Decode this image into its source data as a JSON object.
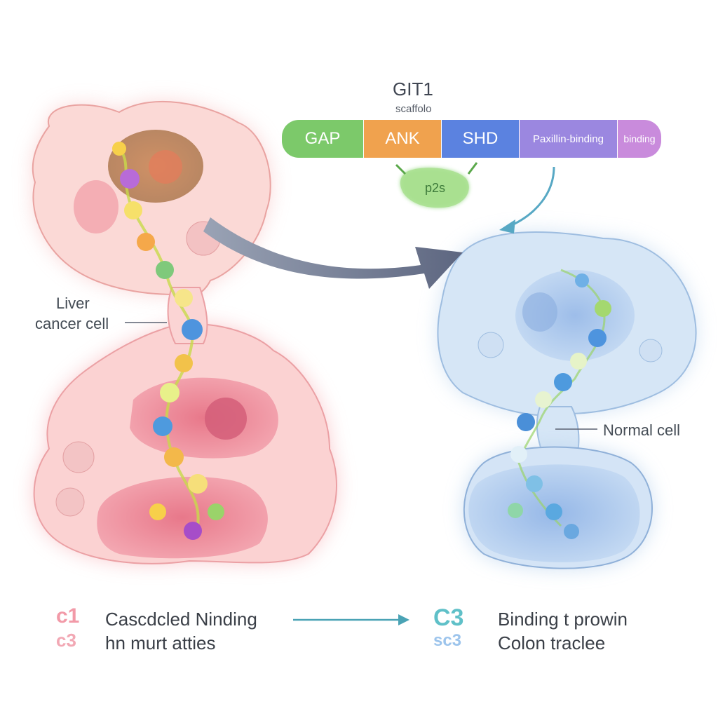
{
  "protein": {
    "name": "GIT1",
    "subtitle": "scaffolo",
    "domains": [
      {
        "label": "GAP",
        "color": "#7cc96a"
      },
      {
        "label": "ANK",
        "color": "#f0a24e"
      },
      {
        "label": "SHD",
        "color": "#5b82e0"
      },
      {
        "label": "Paxillin-binding",
        "color": "#9b87e0"
      },
      {
        "label": "binding",
        "color": "#c98bdc"
      }
    ],
    "partner_label": "p2s"
  },
  "cells": {
    "cancer_label_line1": "Liver",
    "cancer_label_line2": "cancer cell",
    "normal_label": "Normal cell",
    "cancer_color": "#f6b7b7",
    "normal_color": "#b9d3ee"
  },
  "legend": {
    "left_glyph_top": "c1",
    "left_glyph_bottom": "c3",
    "left_line1": "Cascdcled Ninding",
    "left_line2": "hn murt atties",
    "right_glyph_top": "C3",
    "right_glyph_bottom": "sc3",
    "right_line1": "Binding t prowin",
    "right_line2": "Colon tracleе"
  }
}
